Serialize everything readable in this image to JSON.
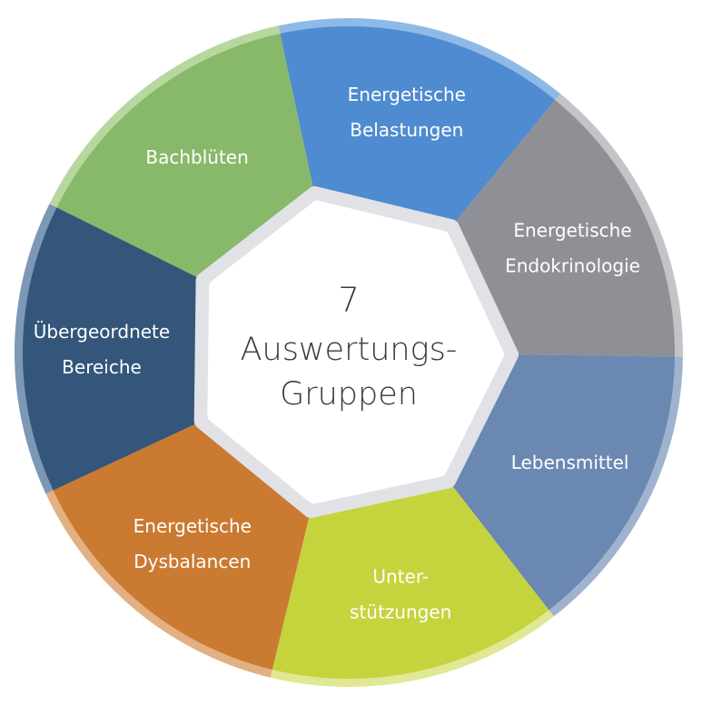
{
  "center": {
    "number": "7",
    "line1": "Auswertungs-",
    "line2": "Gruppen"
  },
  "segments": [
    {
      "id": "uebergeordnete-bereiche",
      "lines": [
        "Übergeordnete",
        "Bereiche"
      ],
      "color": "#34567a",
      "rim": "#7d97b6"
    },
    {
      "id": "bachblueten",
      "lines": [
        "Bachblüten"
      ],
      "color": "#88b96a",
      "rim": "#b7d79f"
    },
    {
      "id": "energetische-belastungen",
      "lines": [
        "Energetische",
        "Belastungen"
      ],
      "color": "#4f8bd0",
      "rim": "#8fb9e6"
    },
    {
      "id": "energetische-endokrinologie",
      "lines": [
        "Energetische",
        "Endokrinologie"
      ],
      "color": "#8f9096",
      "rim": "#c4c4c8"
    },
    {
      "id": "lebensmittel",
      "lines": [
        "Lebensmittel"
      ],
      "color": "#6b88b2",
      "rim": "#9fb3cf"
    },
    {
      "id": "unterstuetzungen",
      "lines": [
        "Unter-",
        "stützungen"
      ],
      "color": "#c5d43d",
      "rim": "#e0e894"
    },
    {
      "id": "energetische-dysbalancen",
      "lines": [
        "Energetische",
        "Dysbalancen"
      ],
      "color": "#cb7a31",
      "rim": "#e2b083"
    }
  ],
  "colors": {
    "hub_ring": "#e1e2e5",
    "hub_fill": "#ffffff",
    "center_text": "#3a3a3a",
    "segment_text": "#ffffff"
  }
}
